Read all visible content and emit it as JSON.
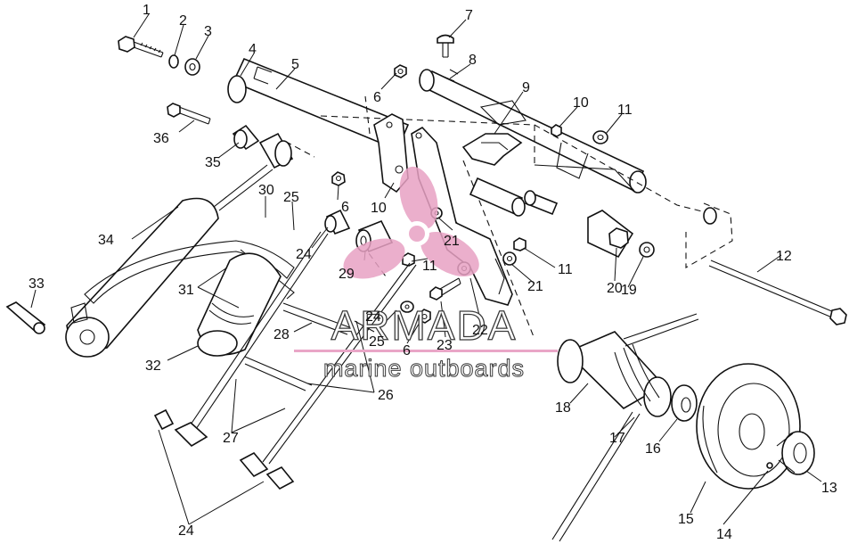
{
  "watermark": {
    "brand": "ARMADA",
    "tagline": "marine outboards",
    "accent_color": "#e8a1c3"
  },
  "callouts": {
    "c1": "1",
    "c2": "2",
    "c3": "3",
    "c4": "4",
    "c5": "5",
    "c6a": "6",
    "c6b": "6",
    "c6c": "6",
    "c7": "7",
    "c8": "8",
    "c9": "9",
    "c10a": "10",
    "c10b": "10",
    "c11a": "11",
    "c11b": "11",
    "c11c": "11",
    "c12": "12",
    "c13": "13",
    "c14": "14",
    "c15": "15",
    "c16": "16",
    "c17": "17",
    "c18": "18",
    "c19": "19",
    "c20": "20",
    "c21a": "21",
    "c21b": "21",
    "c22": "22",
    "c23": "23",
    "c24a": "24",
    "c24b": "24",
    "c24c": "24",
    "c25a": "25",
    "c25b": "25",
    "c26": "26",
    "c27": "27",
    "c28": "28",
    "c29": "29",
    "c30": "30",
    "c31": "31",
    "c32": "32",
    "c33": "33",
    "c34": "34",
    "c35": "35",
    "c36": "36"
  }
}
